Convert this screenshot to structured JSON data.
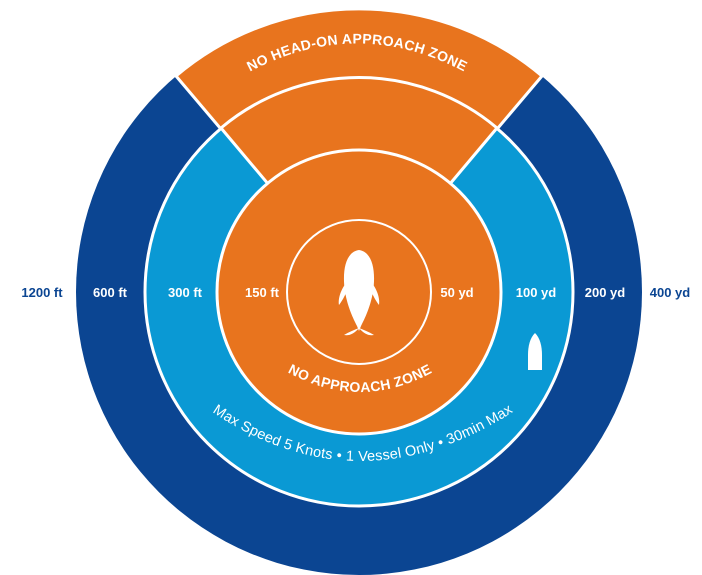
{
  "colors": {
    "outer_ring": "#0b4592",
    "middle_ring": "#0a99d4",
    "zone_orange": "#e8741e",
    "white": "#ffffff",
    "label_dark": "#0b4592"
  },
  "zones": {
    "head_on": "NO HEAD-ON APPROACH ZONE",
    "no_approach": "NO APPROACH ZONE",
    "rules": "Max Speed 5 Knots • 1 Vessel Only • 30min Max"
  },
  "distance_labels": {
    "left_outer": "1200 ft",
    "left_ring2": "600 ft",
    "left_ring1": "300 ft",
    "left_inner": "150 ft",
    "right_inner": "50 yd",
    "right_ring1": "100 yd",
    "right_ring2": "200 yd",
    "right_outer": "400 yd"
  },
  "icons": {
    "whale": "whale-icon",
    "boat": "boat-icon"
  }
}
